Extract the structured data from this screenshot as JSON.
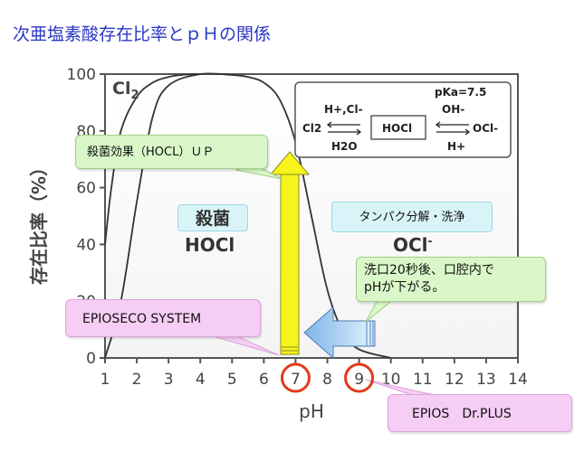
{
  "page": {
    "title": "次亜塩素酸存在比率とｐＨの関係"
  },
  "chart_data": {
    "type": "line",
    "title": "次亜塩素酸存在比率とｐＨの関係",
    "xlabel": "pH",
    "ylabel": "存在比率（%）",
    "xlim": [
      1,
      14
    ],
    "ylim": [
      0,
      100
    ],
    "x_ticks": [
      "1",
      "2",
      "3",
      "4",
      "5",
      "6",
      "7",
      "8",
      "9",
      "10",
      "11",
      "12",
      "13",
      "14"
    ],
    "y_ticks": [
      "0",
      "20",
      "40",
      "60",
      "80",
      "100"
    ],
    "grid": false,
    "series": [
      {
        "name": "Cl2",
        "x": [
          1,
          1.2,
          1.5,
          2,
          2.5,
          3,
          3.5,
          4
        ],
        "y": [
          40,
          60,
          80,
          92,
          97,
          99,
          99.8,
          100
        ]
      },
      {
        "name": "HOCl",
        "x": [
          1,
          1.5,
          2,
          2.5,
          3,
          4,
          5,
          5.5,
          6,
          6.5,
          7,
          7.5,
          8,
          8.5,
          9,
          10
        ],
        "y": [
          0,
          20,
          55,
          85,
          96,
          100,
          99.7,
          99,
          97,
          91,
          76,
          50,
          24,
          9,
          3,
          0
        ]
      }
    ],
    "markers": [
      {
        "x": 7,
        "label": "7"
      },
      {
        "x": 9,
        "label": "9"
      }
    ]
  },
  "labels": {
    "cl2": "Cl",
    "cl2_sub": "2",
    "hocl_region_top": "殺菌",
    "hocl_region": "HOCl",
    "ocl_region": "OCl",
    "ocl_region_sup": "-"
  },
  "equilibrium": {
    "pka": "pKa=7.5",
    "left_top": "H+,Cl-",
    "left_bottom": "H2O",
    "left_species": "Cl2",
    "center_species": "HOCl",
    "right_top": "OH-",
    "right_bottom": "H+",
    "right_species": "OCl-"
  },
  "callouts": {
    "sterilization_up": "殺菌効果（HOCL）ＵＰ",
    "protein": "タンパク分解・洗浄",
    "rinse_line1": "洗口20秒後、口腔内で",
    "rinse_line2": "pHが下がる。",
    "epioseco": "EPIOSECO  SYSTEM",
    "epios": "EPIOS　Dr.PLUS"
  },
  "colors": {
    "title": "#2a36c4",
    "curve": "#333333",
    "yellow_arrow": "#f6f41a",
    "blue_arrow": "#6aa5e0",
    "marker_circle": "#e23b1c"
  }
}
